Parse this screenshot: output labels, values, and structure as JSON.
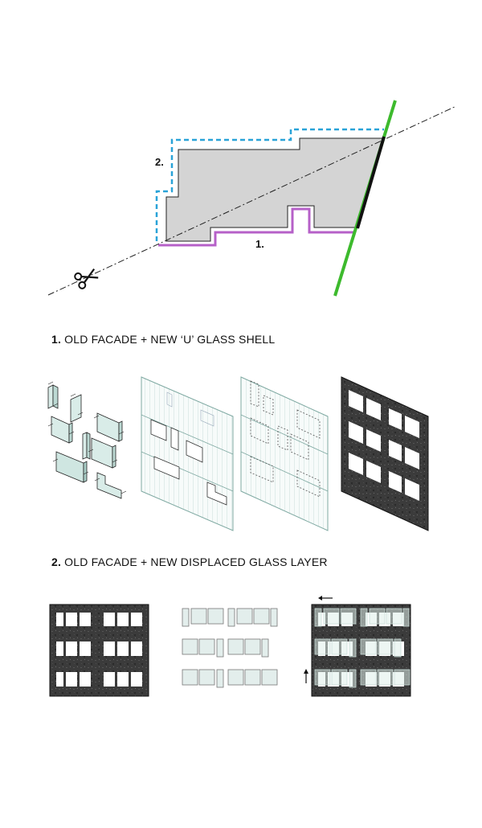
{
  "plan": {
    "label_1": "1.",
    "label_2": "2.",
    "colors": {
      "shell_fill": "#d4d4d4",
      "u_glass_line": "#b660c8",
      "displaced_glass_line": "#2aa3d8",
      "section_line": "#3dba2d",
      "existing_facade_line": "#111111"
    }
  },
  "section_1": {
    "number": "1.",
    "title": "OLD FACADE + NEW ‘U’ GLASS SHELL"
  },
  "section_2": {
    "number": "2.",
    "title": "OLD FACADE + NEW DISPLACED GLASS LAYER"
  },
  "icons": [
    "scissors-icon",
    "arrow-left-icon",
    "arrow-up-icon"
  ]
}
